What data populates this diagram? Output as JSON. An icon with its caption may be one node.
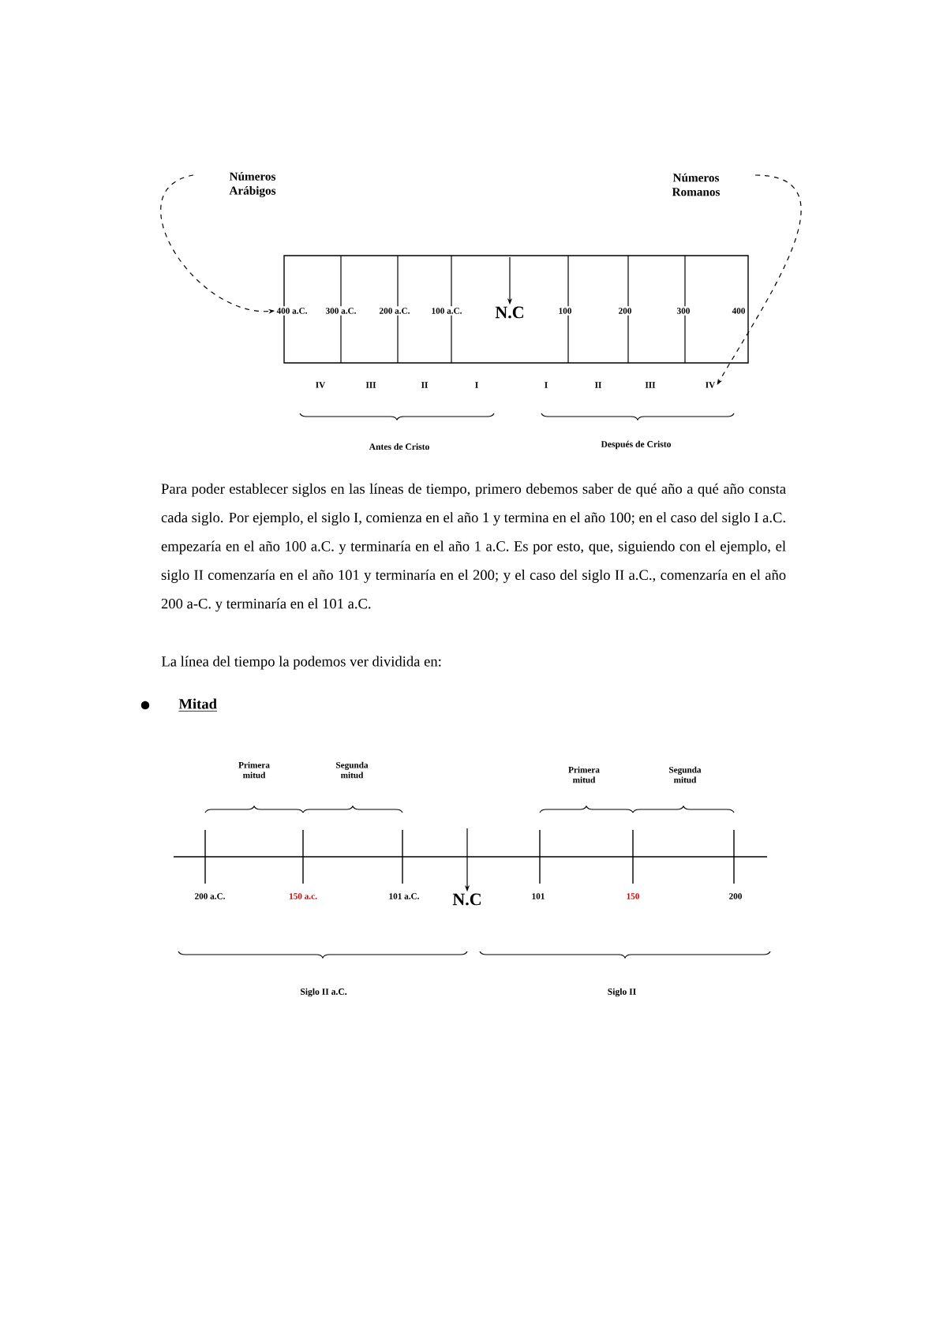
{
  "diagram": {
    "nodes": [
      {
        "text": [
          "Números Arábigos"
        ]
      },
      {
        "text": [
          "Números Romanos"
        ]
      },
      {
        "text": [
          "400 a.C."
        ]
      },
      {
        "text": [
          "IV"
        ]
      },
      {
        "text": [
          "N.C"
        ]
      },
      {
        "text": [
          "N.C"
        ]
      }
    ],
    "edges": [
      {
        "from": 0,
        "to": 2,
        "arrow": "to",
        "style": "dashed"
      },
      {
        "from": 1,
        "to": 3,
        "arrow": "to",
        "style": "dashed"
      },
      {
        "from": null,
        "to": 4,
        "arrow": "to"
      },
      {
        "from": null,
        "to": 5,
        "arrow": "to"
      }
    ],
    "labels": [
      "300 a.C.",
      "200 a.C.",
      "100 a.C.",
      "100",
      "200",
      "300",
      "400",
      "IV",
      "III",
      "II",
      "I",
      "I",
      "II",
      "III",
      "Antes de Cristo",
      "Después de Cristo",
      "Para poder establecer siglos en las líneas de tiempo, primero debemos saber de qué año a qué año consta cada siglo. Por ejemplo, el siglo I, comienza en el año 1 y termina en el año 100; en el caso del siglo I a.C. empezaría en el año 100 a.C. y terminaría en el año 1 a.C. Es por esto, que, siguiendo con el ejemplo, el siglo II comenzaría en el año 101 y terminaría en el 200; y el caso del siglo II a.C., comenzaría en el año 200 a-C. y terminaría en el 101 a.C.",
      "La línea del tiempo la podemos ver dividida en:",
      "Mitad",
      "Primera mitud",
      "Segunda mitud",
      "Primera mitud",
      "Segunda mitud",
      "200 a.C.",
      "150 a.c.",
      "101 a.C.",
      "101",
      "150",
      "200",
      "Siglo II a.C.",
      "Siglo II"
    ]
  }
}
